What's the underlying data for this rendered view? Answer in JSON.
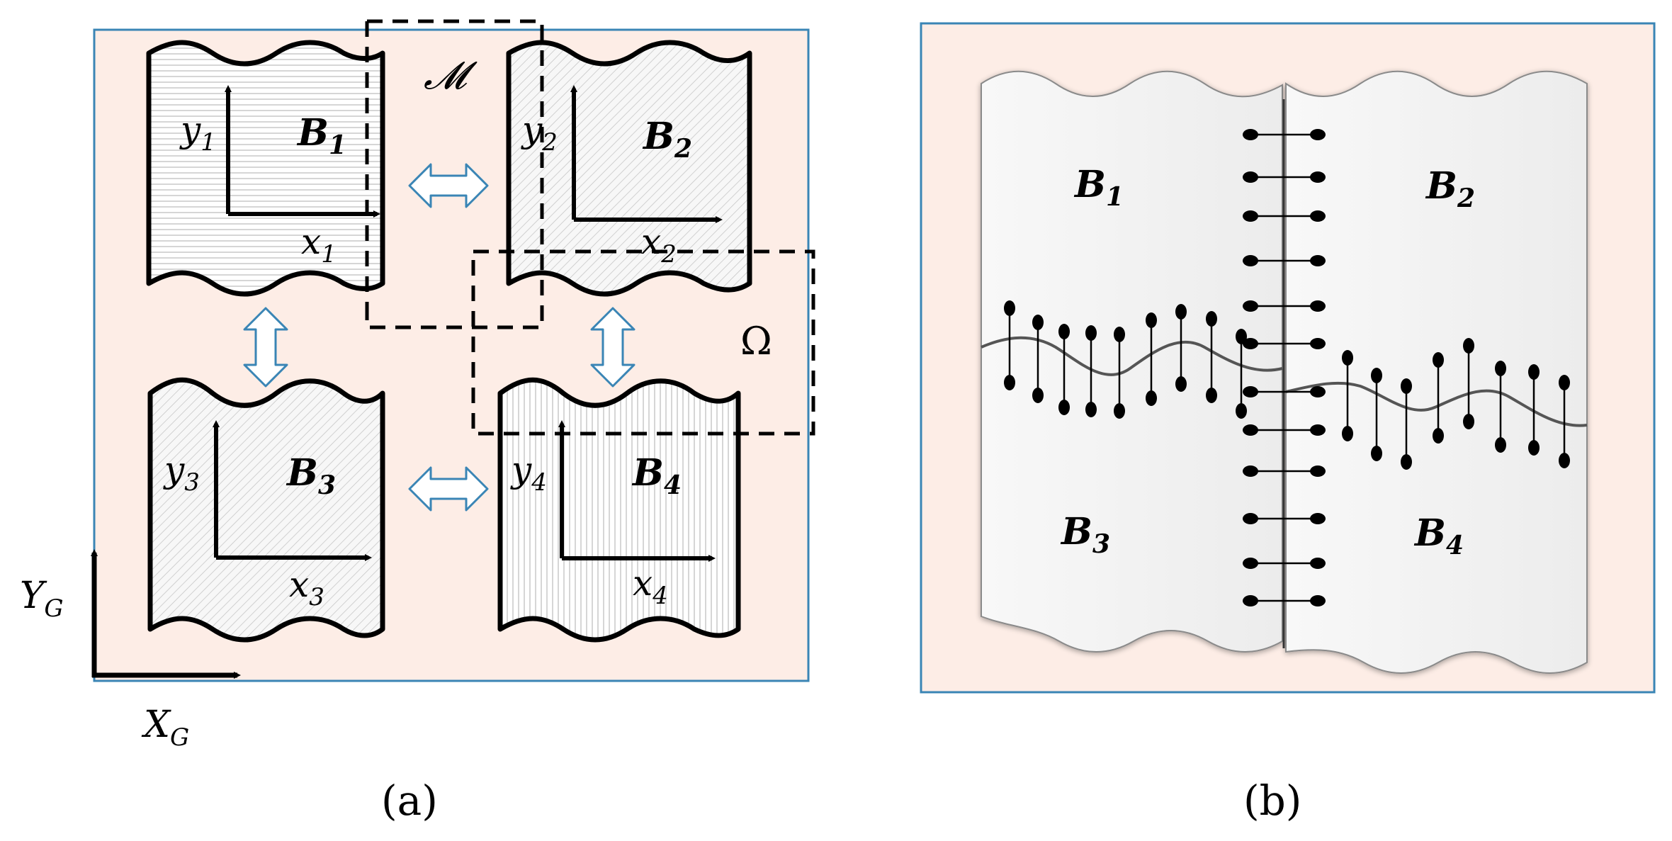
{
  "panel_a": {
    "caption": "(a)",
    "region_m": "𝓜",
    "region_omega": "Ω",
    "global_y": "Y",
    "global_y_sub": "G",
    "global_x": "X",
    "global_x_sub": "G",
    "blocks": [
      {
        "name": "B",
        "sub": "1",
        "x": "x",
        "xsub": "1",
        "y": "y",
        "ysub": "1"
      },
      {
        "name": "B",
        "sub": "2",
        "x": "x",
        "xsub": "2",
        "y": "y",
        "ysub": "2"
      },
      {
        "name": "B",
        "sub": "3",
        "x": "x",
        "xsub": "3",
        "y": "y",
        "ysub": "3"
      },
      {
        "name": "B",
        "sub": "4",
        "x": "x",
        "xsub": "4",
        "y": "y",
        "ysub": "4"
      }
    ]
  },
  "panel_b": {
    "caption": "(b)",
    "blocks": [
      {
        "name": "B",
        "sub": "1"
      },
      {
        "name": "B",
        "sub": "2"
      },
      {
        "name": "B",
        "sub": "3"
      },
      {
        "name": "B",
        "sub": "4"
      }
    ]
  },
  "colors": {
    "panel_bg": "#fdede6",
    "frame": "#3a85b5",
    "arrow_stroke": "#3a85b5",
    "ink": "#000000",
    "sheet": "#f2f2f2"
  }
}
